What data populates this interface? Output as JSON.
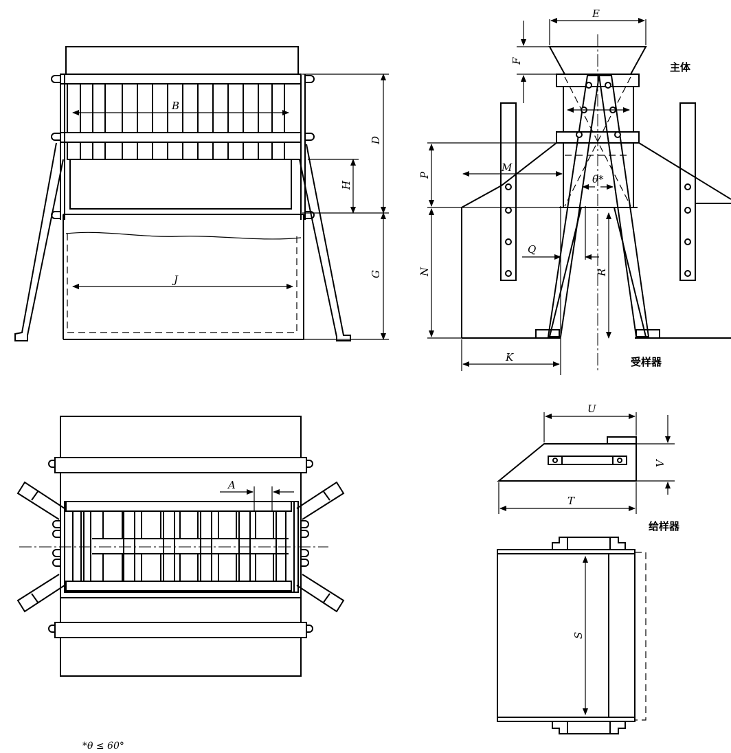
{
  "labels": {
    "main_body": "主体",
    "receiver": "受样器",
    "feeder": "给样器"
  },
  "dimensions": {
    "A": "A",
    "B": "B",
    "D": "D",
    "E": "E",
    "F": "F",
    "G": "G",
    "H": "H",
    "J": "J",
    "K": "K",
    "M": "M",
    "N": "N",
    "P": "P",
    "Q": "Q",
    "R": "R",
    "S": "S",
    "T": "T",
    "U": "U",
    "V": "V",
    "theta": "θ*"
  },
  "footnote": "*θ ≤ 60°"
}
